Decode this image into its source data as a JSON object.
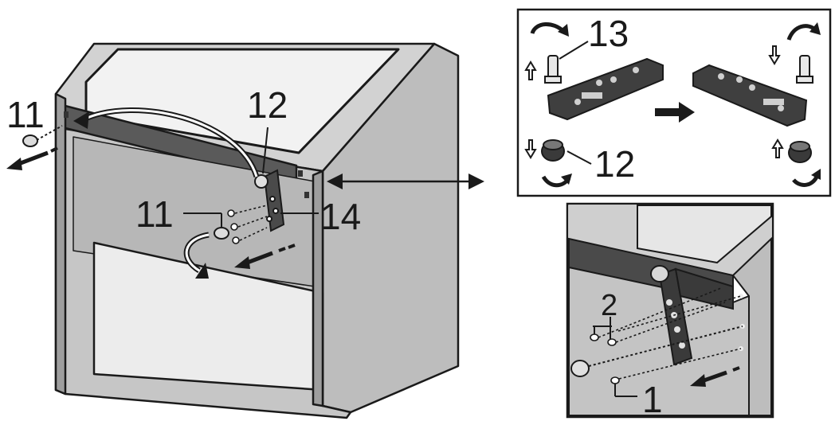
{
  "callouts": {
    "main_11_left": "11",
    "main_12": "12",
    "main_11_lower": "11",
    "main_14": "14",
    "hinge_13": "13",
    "hinge_12": "12",
    "detail_2": "2",
    "detail_1": "1"
  },
  "colors": {
    "line": "#1a1a1a",
    "cabinet_side": "#bdbdbd",
    "cabinet_front": "#c9c9c9",
    "cabinet_top": "#d6d6d6",
    "lid_panel": "#f0f0f0",
    "dark_part": "#3a3a3a",
    "light_part": "#e8e8e8"
  }
}
